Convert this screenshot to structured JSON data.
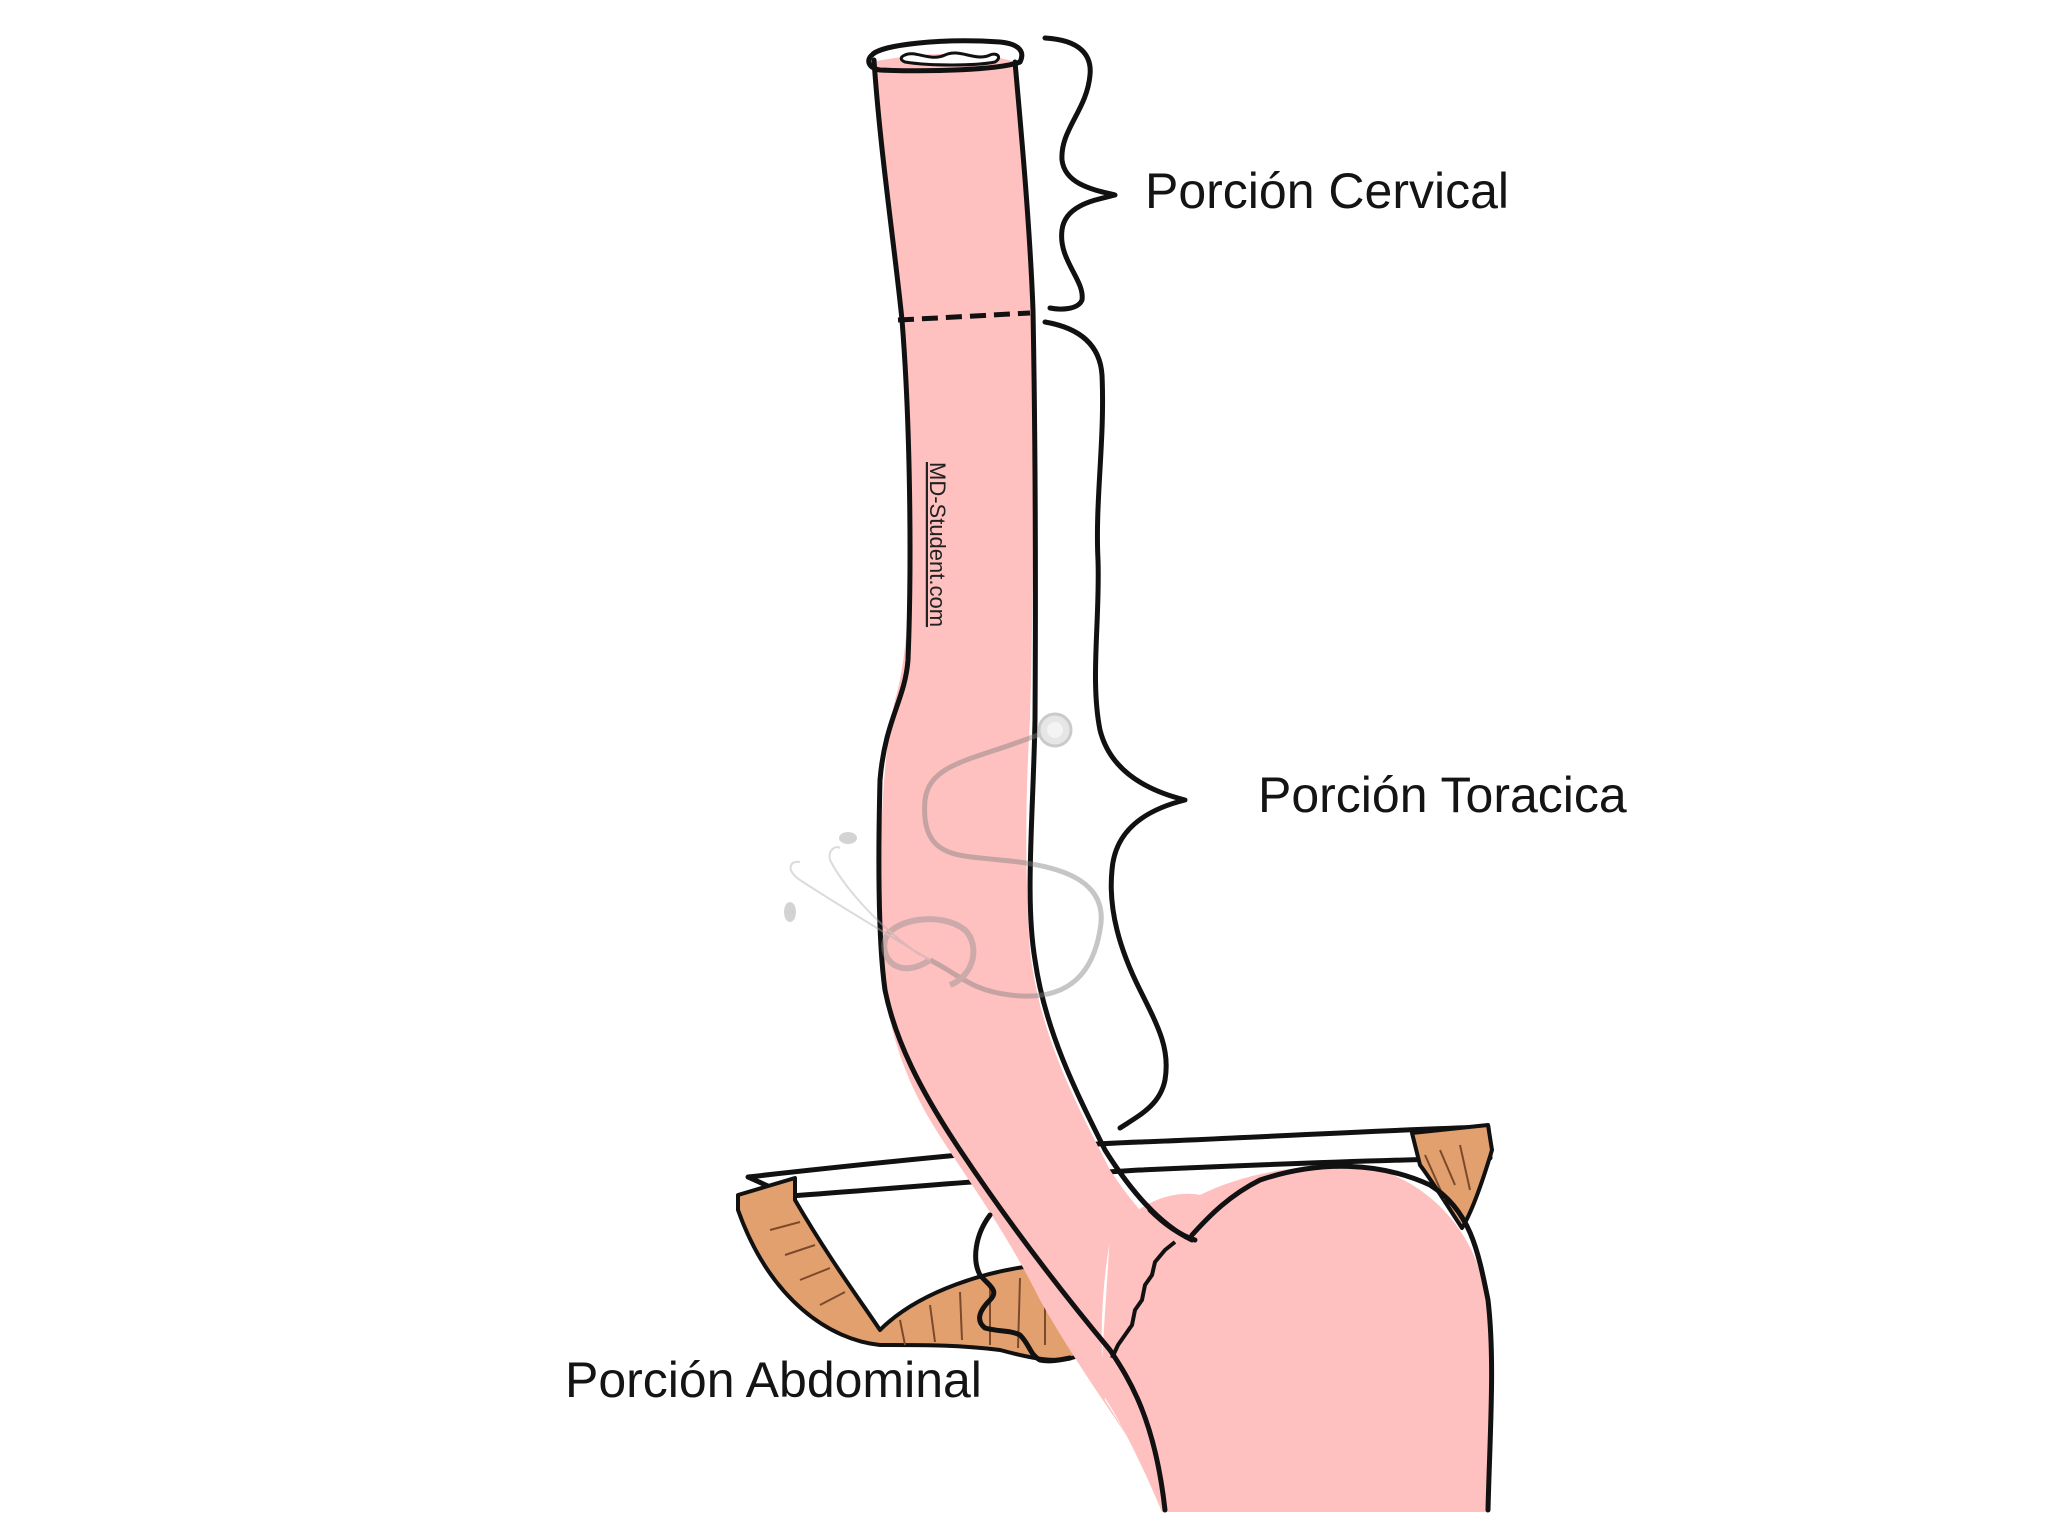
{
  "diagram": {
    "colors": {
      "esophagus": "#ffc0c0",
      "diaphragm": "#e3a06f",
      "outline": "#111111",
      "text": "#141414"
    },
    "labels": {
      "cervical": "Porción Cervical",
      "thoracic": "Porción Toracica",
      "abdominal": "Porción Abdominal"
    },
    "watermark": {
      "text": "MD-Student.com",
      "icon": "stethoscope-icon"
    }
  }
}
